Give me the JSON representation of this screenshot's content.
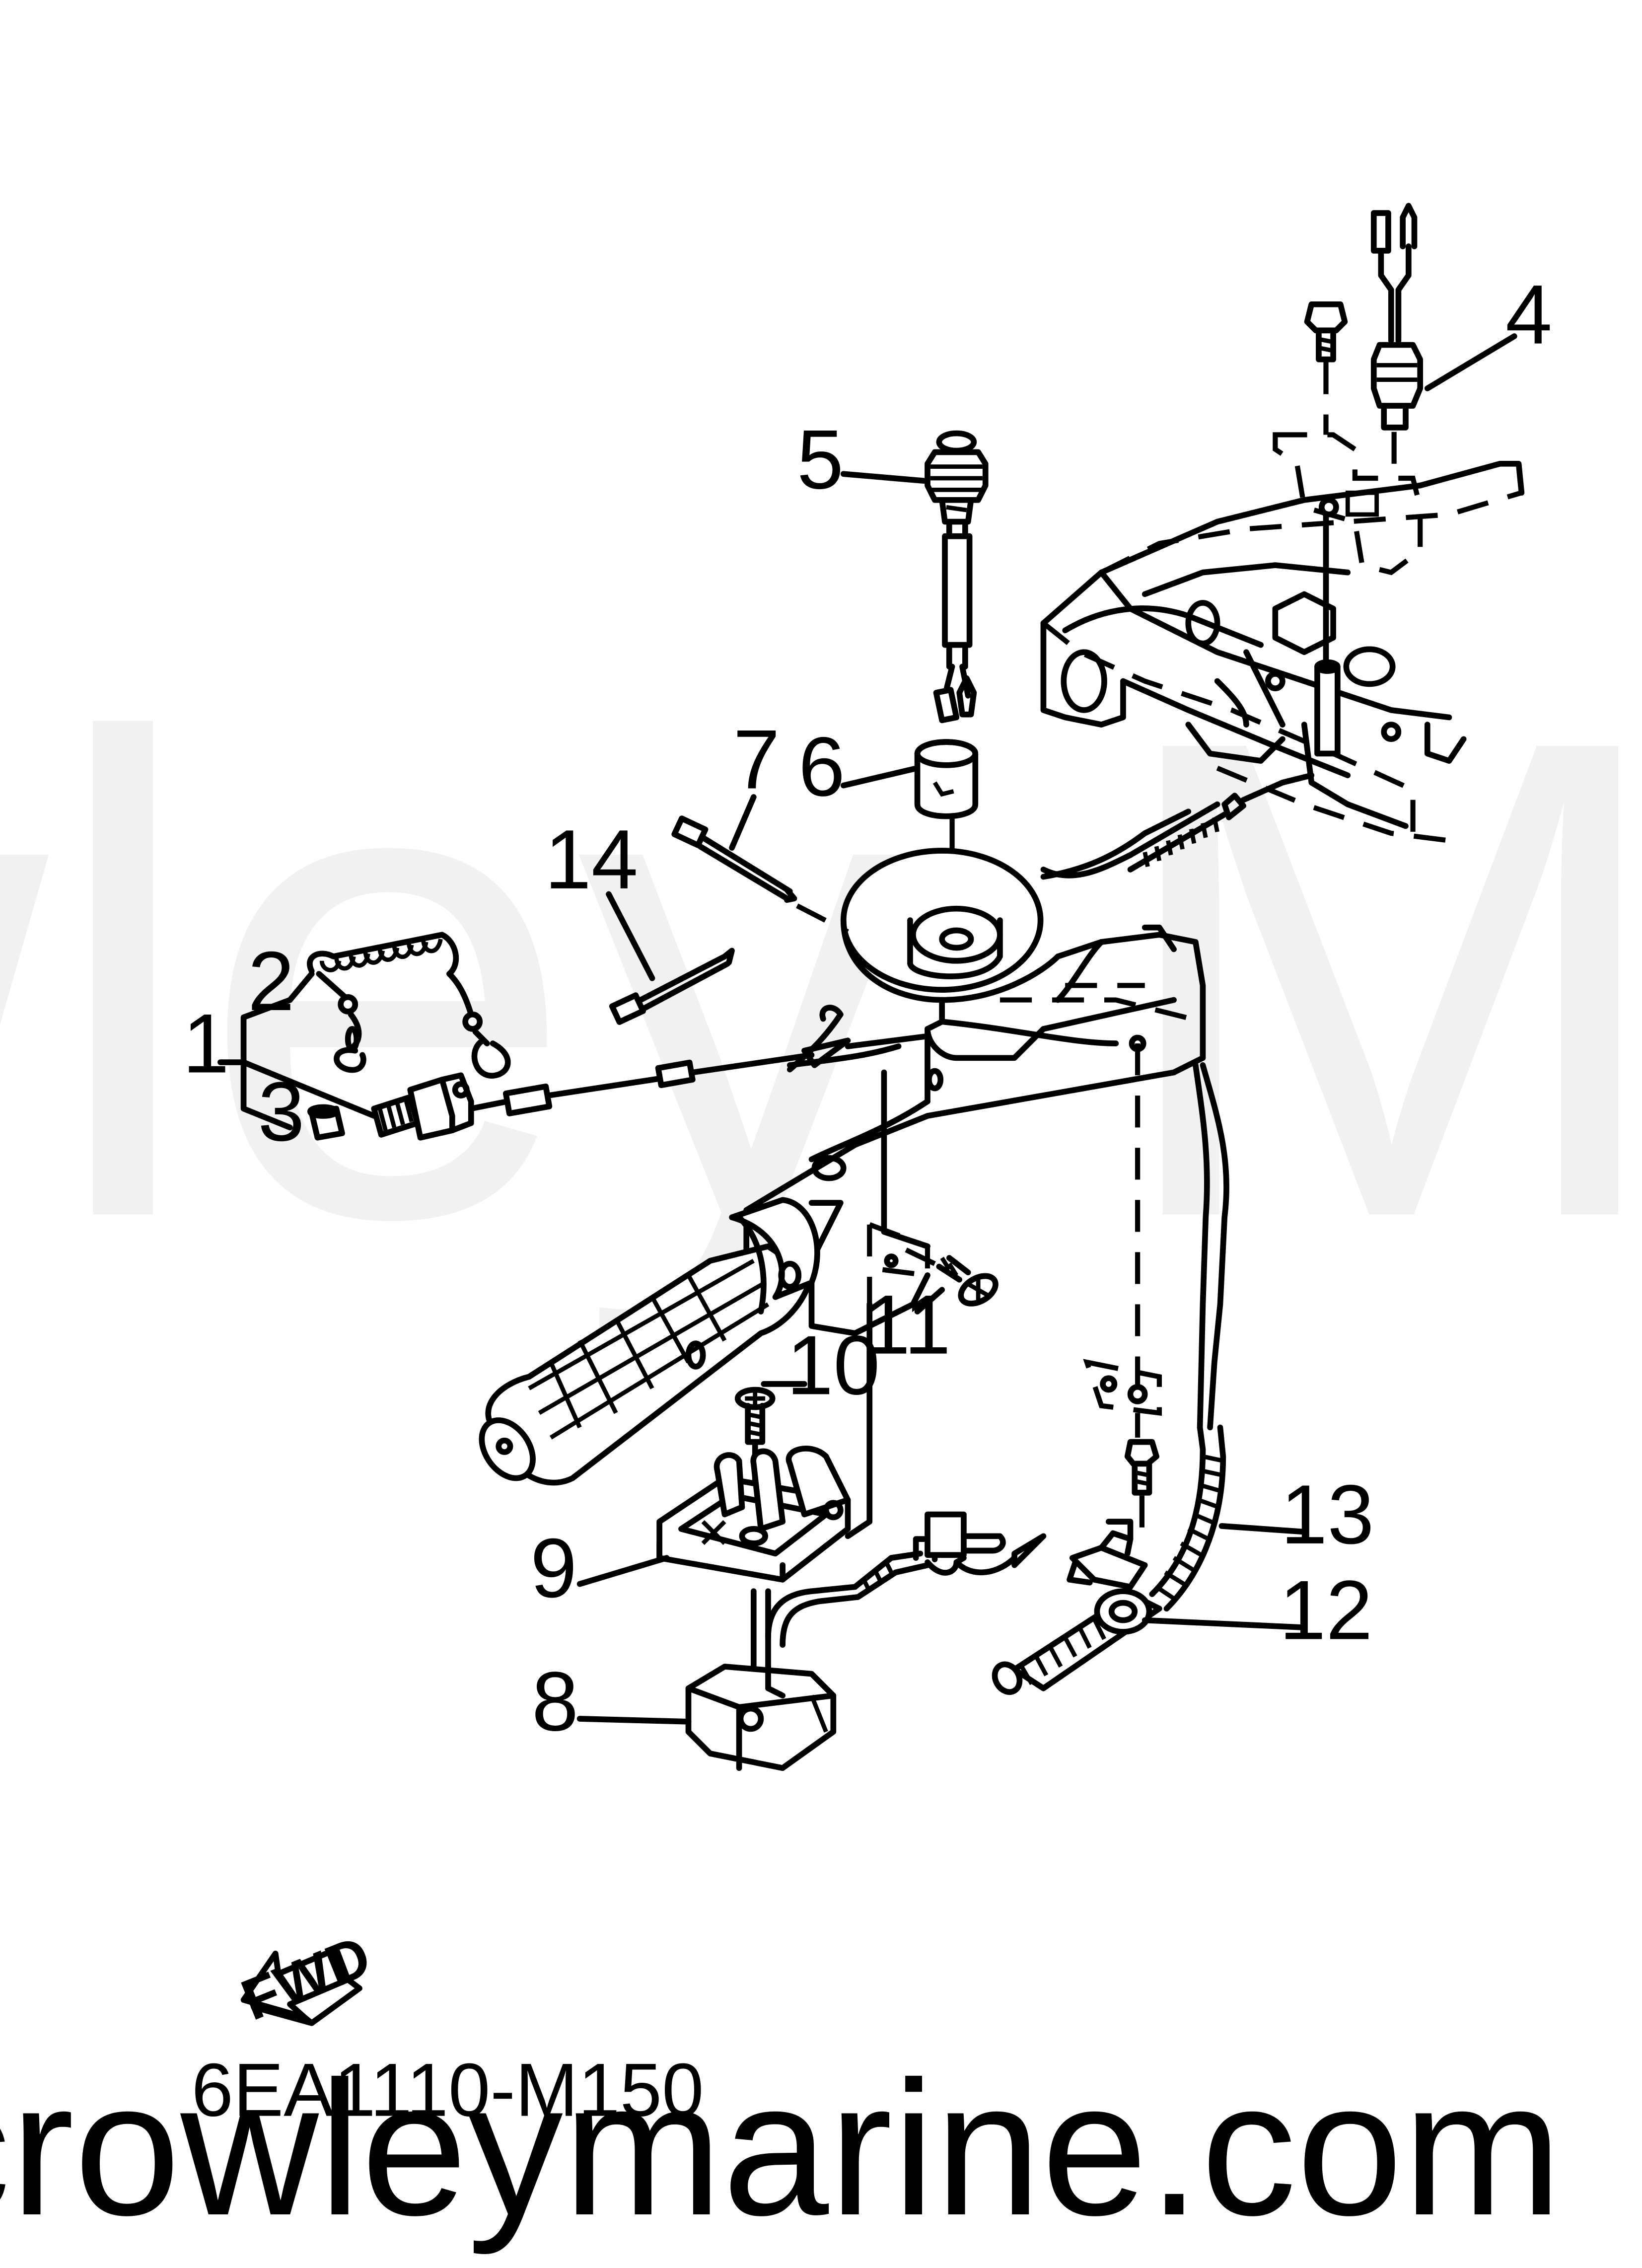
{
  "watermark": "Crowley Marine",
  "site_footer": "crowleymarine.com",
  "diagram_code": "6EA1110-M150",
  "fwd_label": "FWD",
  "callouts": [
    {
      "id": "1",
      "label": "1"
    },
    {
      "id": "2",
      "label": "2"
    },
    {
      "id": "3",
      "label": "3"
    },
    {
      "id": "4",
      "label": "4"
    },
    {
      "id": "5",
      "label": "5"
    },
    {
      "id": "6",
      "label": "6"
    },
    {
      "id": "7",
      "label": "7"
    },
    {
      "id": "8",
      "label": "8"
    },
    {
      "id": "9",
      "label": "9"
    },
    {
      "id": "10",
      "label": "10"
    },
    {
      "id": "11",
      "label": "11"
    },
    {
      "id": "12",
      "label": "12"
    },
    {
      "id": "13",
      "label": "13"
    },
    {
      "id": "14",
      "label": "14"
    }
  ]
}
